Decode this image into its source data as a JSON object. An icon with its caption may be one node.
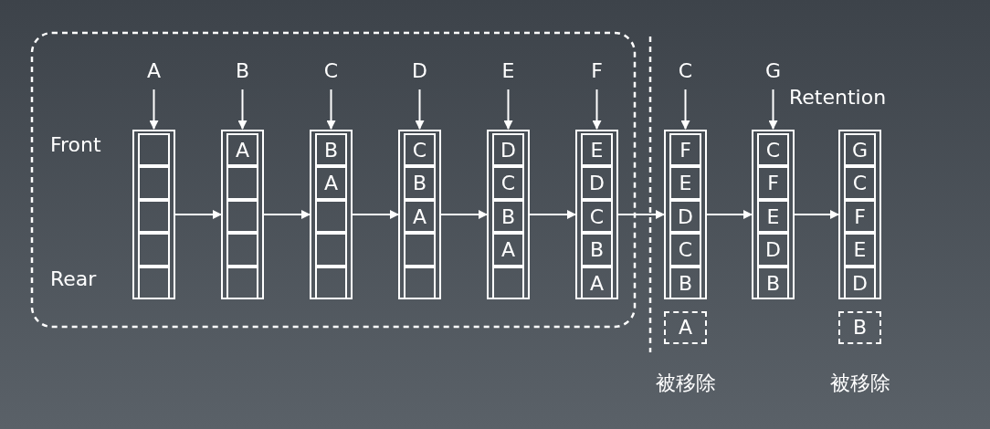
{
  "diagram": {
    "nodes": [
      {
        "text": [
          "A"
        ]
      },
      {
        "text": [
          "B"
        ]
      },
      {
        "text": [
          "C"
        ]
      },
      {
        "text": [
          "D"
        ]
      },
      {
        "text": [
          "E"
        ]
      },
      {
        "text": [
          "F"
        ]
      },
      {
        "text": [
          "C"
        ]
      },
      {
        "text": [
          "G"
        ]
      },
      {
        "text": [],
        "shape": "box"
      },
      {
        "text": [],
        "shape": "box",
        "in": 8
      },
      {
        "text": [],
        "shape": "box",
        "in": 8
      },
      {
        "text": [],
        "shape": "box",
        "in": 8
      },
      {
        "text": [],
        "shape": "box",
        "in": 8
      },
      {
        "text": [],
        "shape": "box",
        "in": 8
      },
      {
        "text": [],
        "shape": "box"
      },
      {
        "text": [
          "A"
        ],
        "in": 14
      },
      {
        "text": [],
        "shape": "box",
        "in": 14
      },
      {
        "text": [],
        "shape": "box",
        "in": 14
      },
      {
        "text": [],
        "shape": "box",
        "in": 14
      },
      {
        "text": [],
        "shape": "box",
        "in": 14
      },
      {
        "text": [],
        "shape": "box"
      },
      {
        "text": [
          "B"
        ],
        "in": 20
      },
      {
        "text": [
          "A"
        ],
        "in": 20
      },
      {
        "text": [],
        "shape": "box",
        "in": 20
      },
      {
        "text": [],
        "shape": "box",
        "in": 20
      },
      {
        "text": [],
        "shape": "box",
        "in": 20
      },
      {
        "text": [],
        "shape": "box"
      },
      {
        "text": [
          "C"
        ],
        "in": 26
      },
      {
        "text": [
          "B"
        ],
        "in": 26
      },
      {
        "text": [
          "A"
        ],
        "in": 26
      },
      {
        "text": [],
        "shape": "box",
        "in": 26
      },
      {
        "text": [],
        "shape": "box",
        "in": 26
      },
      {
        "text": [],
        "shape": "box"
      },
      {
        "text": [
          "D"
        ],
        "in": 32
      },
      {
        "text": [
          "C"
        ],
        "in": 32
      },
      {
        "text": [
          "B"
        ],
        "in": 32
      },
      {
        "text": [
          "A"
        ],
        "in": 32
      },
      {
        "text": [],
        "shape": "box",
        "in": 32
      },
      {
        "text": [],
        "shape": "box"
      },
      {
        "text": [
          "E"
        ],
        "in": 38
      },
      {
        "text": [
          "D"
        ],
        "in": 38
      },
      {
        "text": [
          "C"
        ],
        "in": 38
      },
      {
        "text": [
          "B"
        ],
        "in": 38
      },
      {
        "text": [
          "A"
        ],
        "in": 38
      },
      {
        "text": [],
        "shape": "box"
      },
      {
        "text": [
          "F"
        ],
        "in": 44
      },
      {
        "text": [
          "E"
        ],
        "in": 44
      },
      {
        "text": [
          "D"
        ],
        "in": 44
      },
      {
        "text": [
          "C"
        ],
        "in": 44
      },
      {
        "text": [
          "B"
        ],
        "in": 44
      },
      {
        "text": [],
        "shape": "box"
      },
      {
        "text": [
          "C"
        ],
        "in": 50
      },
      {
        "text": [
          "F"
        ],
        "in": 50
      },
      {
        "text": [
          "E"
        ],
        "in": 50
      },
      {
        "text": [
          "D"
        ],
        "in": 50
      },
      {
        "text": [
          "B"
        ],
        "in": 50
      },
      {
        "text": [],
        "shape": "box"
      },
      {
        "text": [
          "G"
        ],
        "in": 56
      },
      {
        "text": [
          "C"
        ],
        "in": 56
      },
      {
        "text": [
          "F"
        ],
        "in": 56
      },
      {
        "text": [
          "E"
        ],
        "in": 56
      },
      {
        "text": [
          "D"
        ],
        "in": 56
      },
      {
        "text": [
          "A"
        ],
        "beside": [
          "被移除"
        ]
      },
      {
        "text": [
          "B"
        ],
        "beside": [
          "被移除"
        ]
      }
    ],
    "edges": [
      {
        "from": 0,
        "to": 8,
        "arrow": "to"
      },
      {
        "from": 1,
        "to": 14,
        "arrow": "to"
      },
      {
        "from": 2,
        "to": 20,
        "arrow": "to"
      },
      {
        "from": 3,
        "to": 26,
        "arrow": "to"
      },
      {
        "from": 4,
        "to": 32,
        "arrow": "to"
      },
      {
        "from": 5,
        "to": 38,
        "arrow": "to"
      },
      {
        "from": 6,
        "to": 44,
        "arrow": "to"
      },
      {
        "from": 7,
        "to": 50,
        "arrow": "to"
      },
      {
        "from": 8,
        "to": 14,
        "arrow": "to"
      },
      {
        "from": 14,
        "to": 20,
        "arrow": "to"
      },
      {
        "from": 20,
        "to": 26,
        "arrow": "to"
      },
      {
        "from": 26,
        "to": 32,
        "arrow": "to"
      },
      {
        "from": 32,
        "to": 38,
        "arrow": "to"
      },
      {
        "from": 38,
        "to": 44,
        "arrow": "to"
      },
      {
        "from": 44,
        "to": 50,
        "arrow": "to"
      },
      {
        "from": 50,
        "to": 56,
        "arrow": "to"
      }
    ],
    "labels": [
      "Front",
      "Rear",
      "Retention"
    ]
  }
}
